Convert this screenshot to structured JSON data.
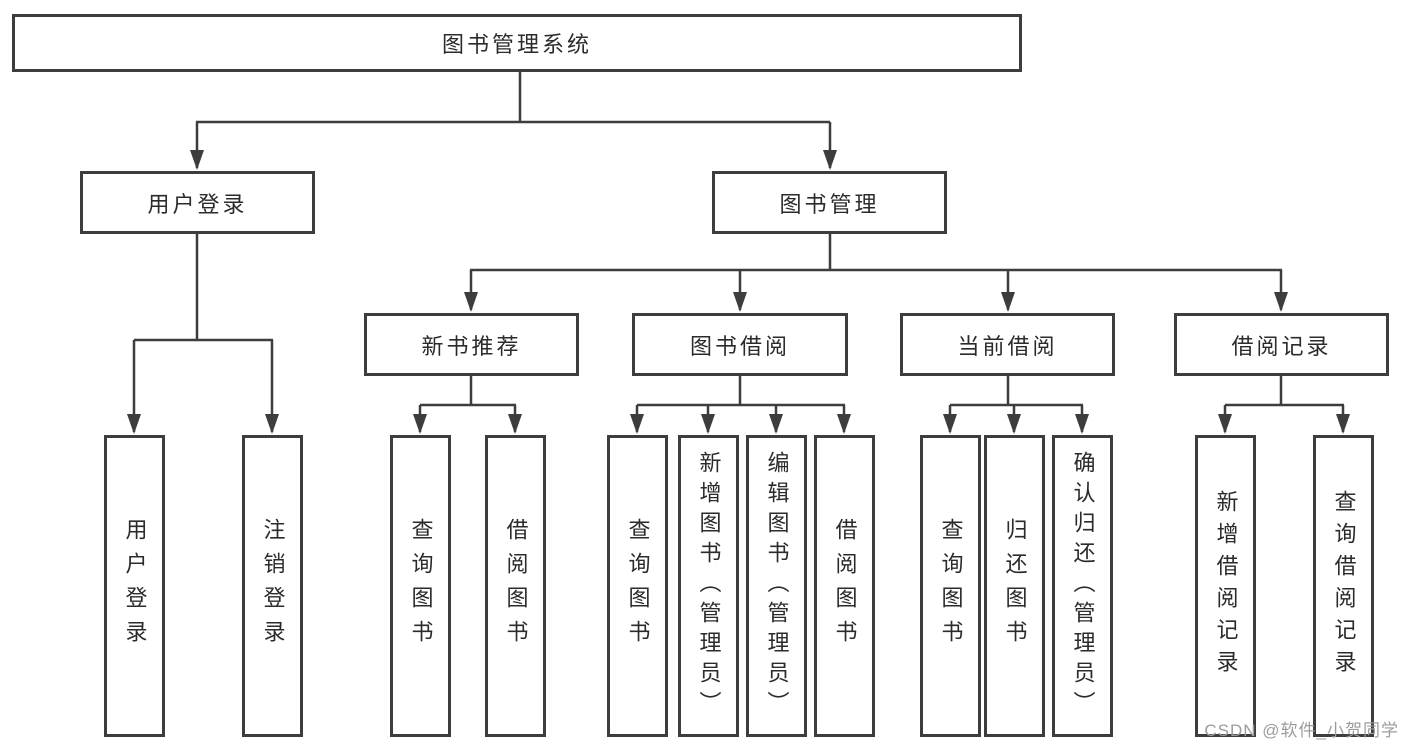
{
  "diagram_title": "图书管理系统",
  "tree": {
    "root": {
      "label": "图书管理系统",
      "children": [
        {
          "label": "用户登录",
          "children": [
            {
              "label": "用户登录"
            },
            {
              "label": "注销登录"
            }
          ]
        },
        {
          "label": "图书管理",
          "children": [
            {
              "label": "新书推荐",
              "children": [
                {
                  "label": "查询图书"
                },
                {
                  "label": "借阅图书"
                }
              ]
            },
            {
              "label": "图书借阅",
              "children": [
                {
                  "label": "查询图书"
                },
                {
                  "label": "新增图书（管理员）"
                },
                {
                  "label": "编辑图书（管理员）"
                },
                {
                  "label": "借阅图书"
                }
              ]
            },
            {
              "label": "当前借阅",
              "children": [
                {
                  "label": "查询图书"
                },
                {
                  "label": "归还图书"
                },
                {
                  "label": "确认归还（管理员）"
                }
              ]
            },
            {
              "label": "借阅记录",
              "children": [
                {
                  "label": "新增借阅记录"
                },
                {
                  "label": "查询借阅记录"
                }
              ]
            }
          ]
        }
      ]
    }
  },
  "watermark": {
    "text": "CSDN @软件_小贺同学"
  },
  "colors": {
    "background": "#ffffff",
    "box_border": "#3d3d3d",
    "connector_line": "#3d3d3d",
    "text": "#2b2b2b",
    "watermark_text": "#9c9c9c"
  }
}
